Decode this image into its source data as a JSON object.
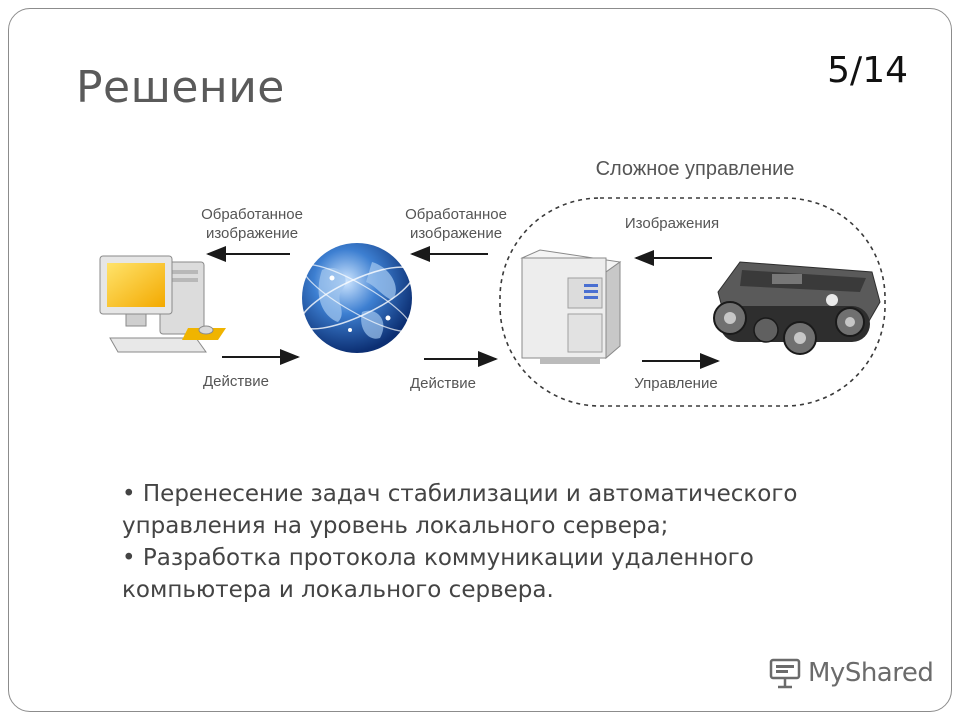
{
  "slide": {
    "title": "Решение",
    "page_number": "5/14"
  },
  "diagram": {
    "group_label": "Сложное управление",
    "labels": {
      "processed_image_1": [
        "Обработанное",
        "изображение"
      ],
      "processed_image_2": [
        "Обработанное",
        "изображение"
      ],
      "images": "Изображения",
      "action_1": "Действие",
      "action_2": "Действие",
      "control": "Управление"
    },
    "icons": [
      "desktop-computer-icon",
      "globe-icon",
      "server-icon",
      "robot-tank-icon"
    ]
  },
  "bullets": [
    "• Перенесение задач стабилизации и автоматического управления на уровень локального сервера;",
    "• Разработка протокола коммуникации удаленного компьютера и локального сервера."
  ],
  "watermark": {
    "text": "MyShared"
  }
}
